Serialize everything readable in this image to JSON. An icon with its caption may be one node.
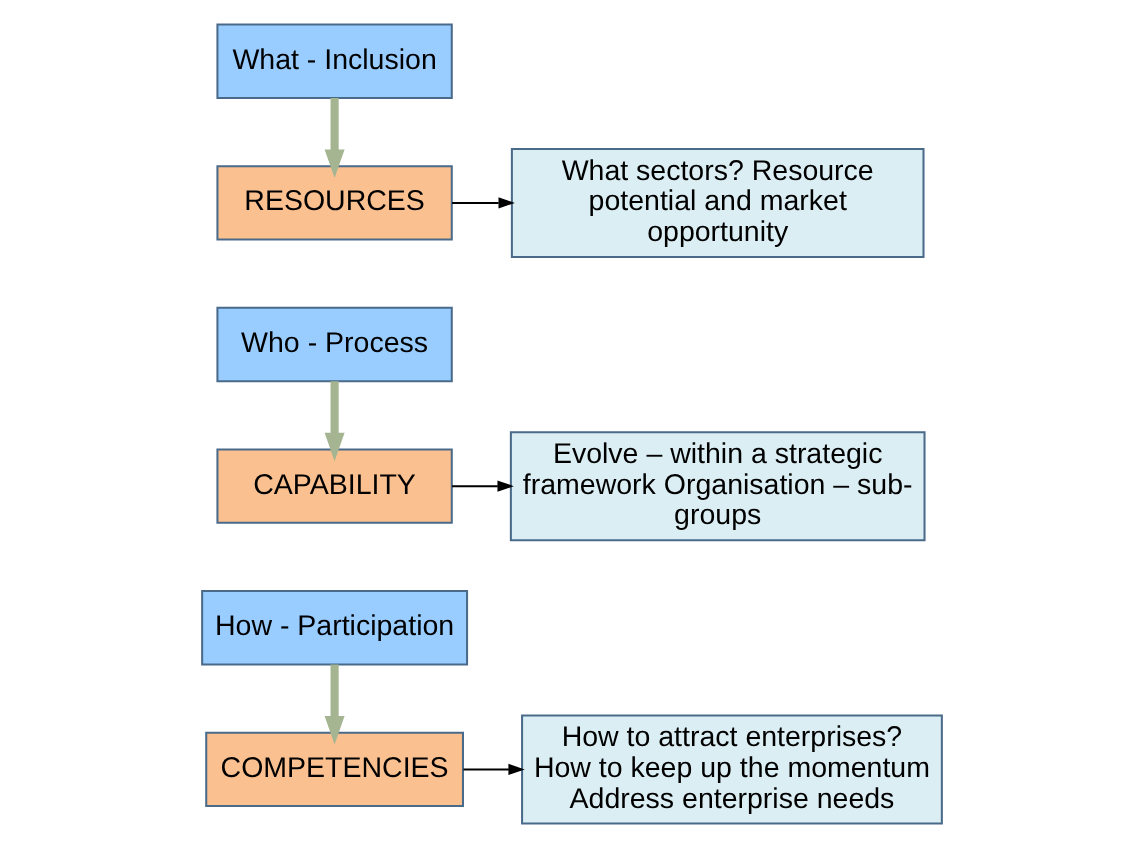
{
  "diagram": {
    "nodes": [
      {
        "text": [
          "What - Inclusion"
        ]
      },
      {
        "text": [
          "RESOURCES"
        ]
      },
      {
        "text": [
          "What sectors? Resource potential and market opportunity"
        ]
      },
      {
        "text": [
          "Who - Process"
        ]
      },
      {
        "text": [
          "CAPABILITY"
        ]
      },
      {
        "text": [
          "Evolve – within a strategic framework Organisation – sub-groups"
        ]
      },
      {
        "text": [
          "How - Participation"
        ]
      },
      {
        "text": [
          "COMPETENCIES"
        ]
      },
      {
        "text": [
          "How to attract enterprises? How to keep up the momentum Address enterprise needs"
        ]
      }
    ],
    "edges": [
      {
        "from": 0,
        "to": 1,
        "arrow": "to",
        "style": "thick",
        "color": "#a5b592"
      },
      {
        "from": 1,
        "to": 2,
        "arrow": "to",
        "color": "#000000"
      },
      {
        "from": 3,
        "to": 4,
        "arrow": "to",
        "style": "thick",
        "color": "#a5b592"
      },
      {
        "from": 4,
        "to": 5,
        "arrow": "to",
        "color": "#000000"
      },
      {
        "from": 6,
        "to": 7,
        "arrow": "to",
        "style": "thick",
        "color": "#a5b592"
      },
      {
        "from": 7,
        "to": 8,
        "arrow": "to",
        "color": "#000000"
      }
    ]
  }
}
